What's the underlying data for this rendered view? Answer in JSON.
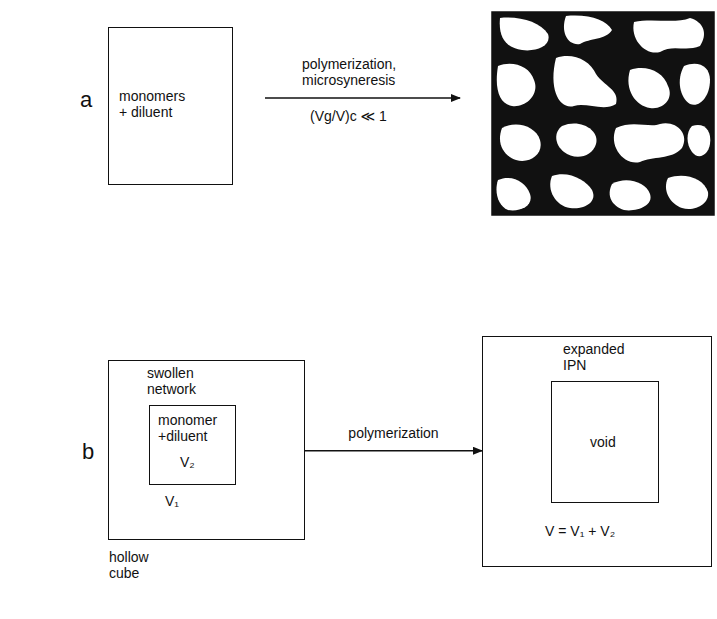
{
  "diagram": {
    "nodes": [
      {
        "text": [
          "monomers + diluent"
        ]
      },
      {
        "text": [
          "swollen network",
          "V₁",
          "hollow cube"
        ]
      },
      {
        "text": [
          "monomer +diluent",
          "V₂"
        ],
        "in": 1
      },
      {
        "text": [
          "expanded IPN",
          "V = V₁ + V₂"
        ]
      },
      {
        "text": [
          "void"
        ],
        "in": 3
      }
    ],
    "edges": [
      {
        "from": 1,
        "to": 3,
        "arrow": "to",
        "label": "polymerization"
      }
    ],
    "labels": [
      "a",
      "polymerization, microsyneresis",
      "(Vg/V)c ≪ 1",
      "b"
    ]
  }
}
